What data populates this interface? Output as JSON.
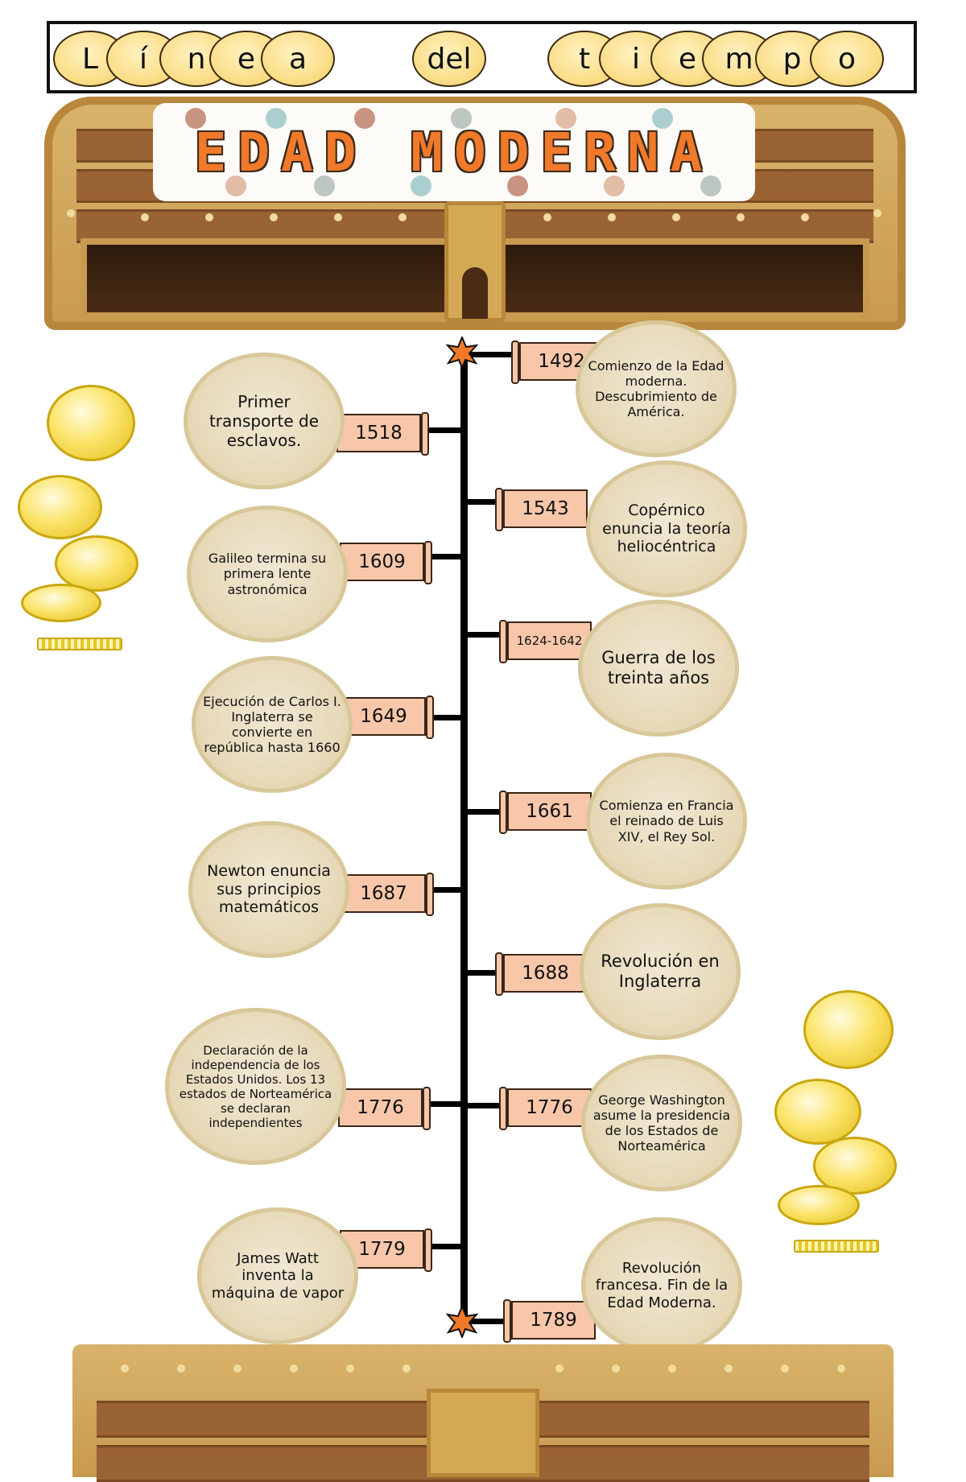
{
  "banner": {
    "letters": [
      "L",
      "í",
      "n",
      "e",
      "a",
      "del",
      "t",
      "i",
      "e",
      "m",
      "p",
      "o"
    ]
  },
  "header": {
    "title": "EDAD MODERNA"
  },
  "timeline": {
    "right_events": [
      {
        "date": "1492",
        "text": "Comienzo de la Edad moderna. Descubrimiento de América."
      },
      {
        "date": "1543",
        "text": "Copérnico enuncia la teoría heliocéntrica"
      },
      {
        "date": "1624-1642",
        "text": "Guerra de los treinta años"
      },
      {
        "date": "1661",
        "text": "Comienza en Francia el reinado de Luis XIV, el Rey Sol."
      },
      {
        "date": "1688",
        "text": "Revolución en Inglaterra"
      },
      {
        "date": "1776",
        "text": "George Washington asume la presidencia de los Estados de Norteamérica"
      },
      {
        "date": "1789",
        "text": "Revolución francesa. Fin de la Edad Moderna."
      }
    ],
    "left_events": [
      {
        "date": "1518",
        "text": "Primer transporte de esclavos."
      },
      {
        "date": "1609",
        "text": "Galileo termina su primera lente astronómica"
      },
      {
        "date": "1649",
        "text": "Ejecución de Carlos I. Inglaterra se convierte en república hasta 1660"
      },
      {
        "date": "1687",
        "text": "Newton enuncia sus principios matemáticos"
      },
      {
        "date": "1776",
        "text": "Declaración de la independencia de los Estados Unidos. Los 13 estados de Norteamérica se declaran independientes"
      },
      {
        "date": "1779",
        "text": "James Watt inventa la máquina de vapor"
      }
    ]
  },
  "colors": {
    "title_orange": "#f07a2a",
    "scroll_fill": "#f8c7aa",
    "chest_gold": "#c89a4f",
    "chest_wood": "#9a6333",
    "star_orange": "#f07a2a"
  }
}
